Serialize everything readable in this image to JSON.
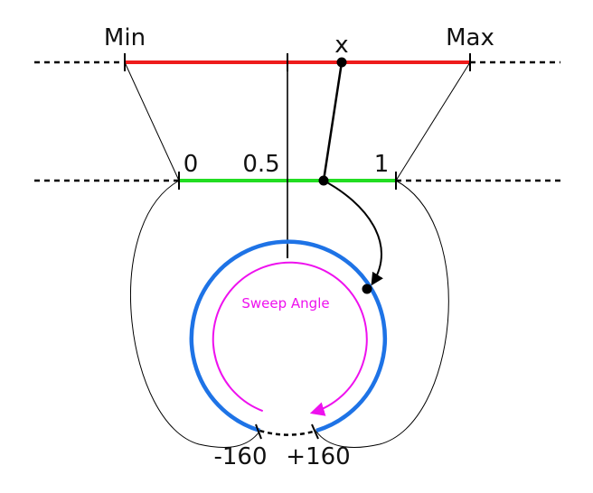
{
  "labels": {
    "min": "Min",
    "max": "Max",
    "x": "x",
    "zero": "0",
    "half": "0.5",
    "one": "1",
    "sweep_angle": "Sweep Angle",
    "neg160": "-160",
    "pos160": "+160"
  },
  "colors": {
    "input_range": "#ee1c1c",
    "normalized_range": "#22dd22",
    "dial": "#1e73e6",
    "sweep_arrow": "#ee11ee",
    "ink": "#000000"
  }
}
